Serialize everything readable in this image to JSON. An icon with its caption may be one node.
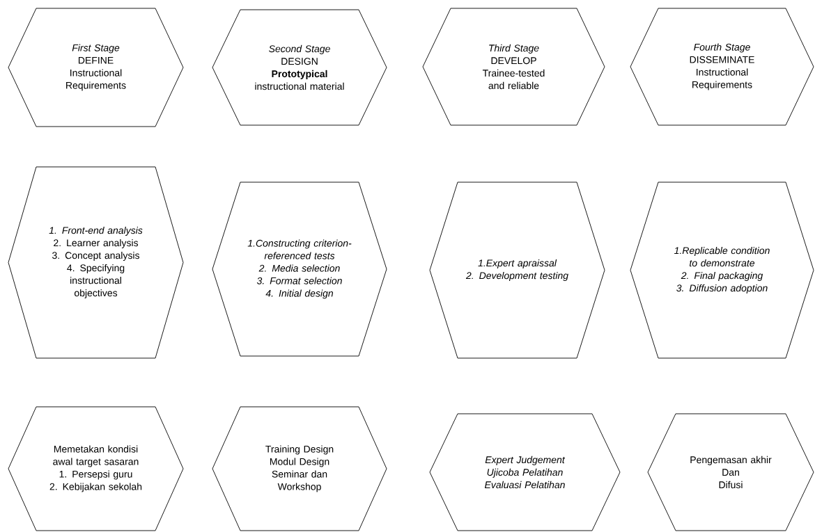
{
  "diagram": {
    "nodes": [
      {
        "text": [
          "First Stage",
          "DEFINE",
          "Instructional Requirements"
        ]
      },
      {
        "text": [
          "Second Stage",
          "DESIGN",
          "**Prototypical** instructional material"
        ]
      },
      {
        "text": [
          "Third Stage",
          "DEVELOP",
          "Trainee-tested and reliable"
        ]
      },
      {
        "text": [
          "Fourth Stage",
          "DISSEMINATE",
          "Instructional Requirements"
        ]
      },
      {
        "text": [
          "1. Front-end analysis",
          "2. Learner analysis",
          "3. Concept analysis",
          "4. Specifying instructional objectives"
        ]
      },
      {
        "text": [
          "1.Constructing criterion-referenced tests",
          "2. Media selection",
          "3. Format selection",
          "4. Initial design"
        ]
      },
      {
        "text": [
          "1.Expert apraissal",
          "2. Development testing"
        ]
      },
      {
        "text": [
          "1.Replicable condition to demonstrate",
          "2. Final packaging",
          "3. Diffusion adoption"
        ]
      },
      {
        "text": [
          "Memetakan kondisi awal target sasaran",
          "1. Persepsi guru",
          "2. Kebijakan sekolah"
        ]
      },
      {
        "text": [
          "Training Design",
          "Modul Design",
          "Seminar dan Workshop"
        ]
      },
      {
        "text": [
          "Expert Judgement",
          "Ujicoba Pelatihan",
          "Evaluasi Pelatihan"
        ]
      },
      {
        "text": [
          "Pengemasan akhir",
          "Dan",
          "Difusi"
        ]
      }
    ]
  }
}
